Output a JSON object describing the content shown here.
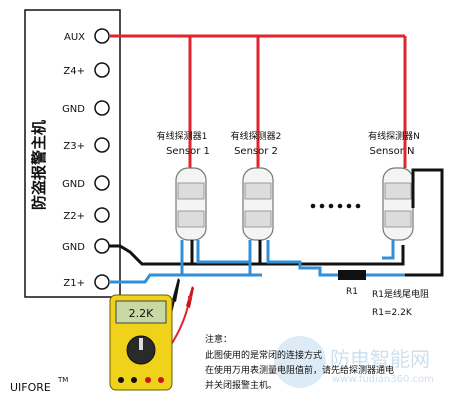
{
  "panel": {
    "title": "防盗报警主机",
    "terminals": [
      "AUX",
      "Z4+",
      "GND",
      "Z3+",
      "GND",
      "Z2+",
      "GND",
      "Z1+"
    ]
  },
  "sensors": [
    {
      "label_cn": "有线探测器1",
      "label_en": "Sensor 1"
    },
    {
      "label_cn": "有线探测器2",
      "label_en": "Sensor 2"
    },
    {
      "label_cn": "有线探测器N",
      "label_en": "Sensor N"
    }
  ],
  "resistor": {
    "label": "R1",
    "note_line1": "R1是线尾电阻",
    "note_line2": "R1=2.2K"
  },
  "meter": {
    "display": "2.2K"
  },
  "notes": {
    "heading": "注意：",
    "line1": "此图使用的是常闭的连接方式",
    "line2": "在使用万用表测量电阻值前，请先给探测器通电",
    "line3": "并关闭报警主机。"
  },
  "brand": {
    "name": "UIFORE",
    "mark": "TM"
  },
  "watermark": {
    "name": "防电智能网",
    "url": "www.fudian360.com"
  },
  "colors": {
    "power_wire": "#e0262b",
    "ground_wire": "#111111",
    "zone_wire": "#2f8fd8",
    "meter_body": "#f0d21a"
  }
}
